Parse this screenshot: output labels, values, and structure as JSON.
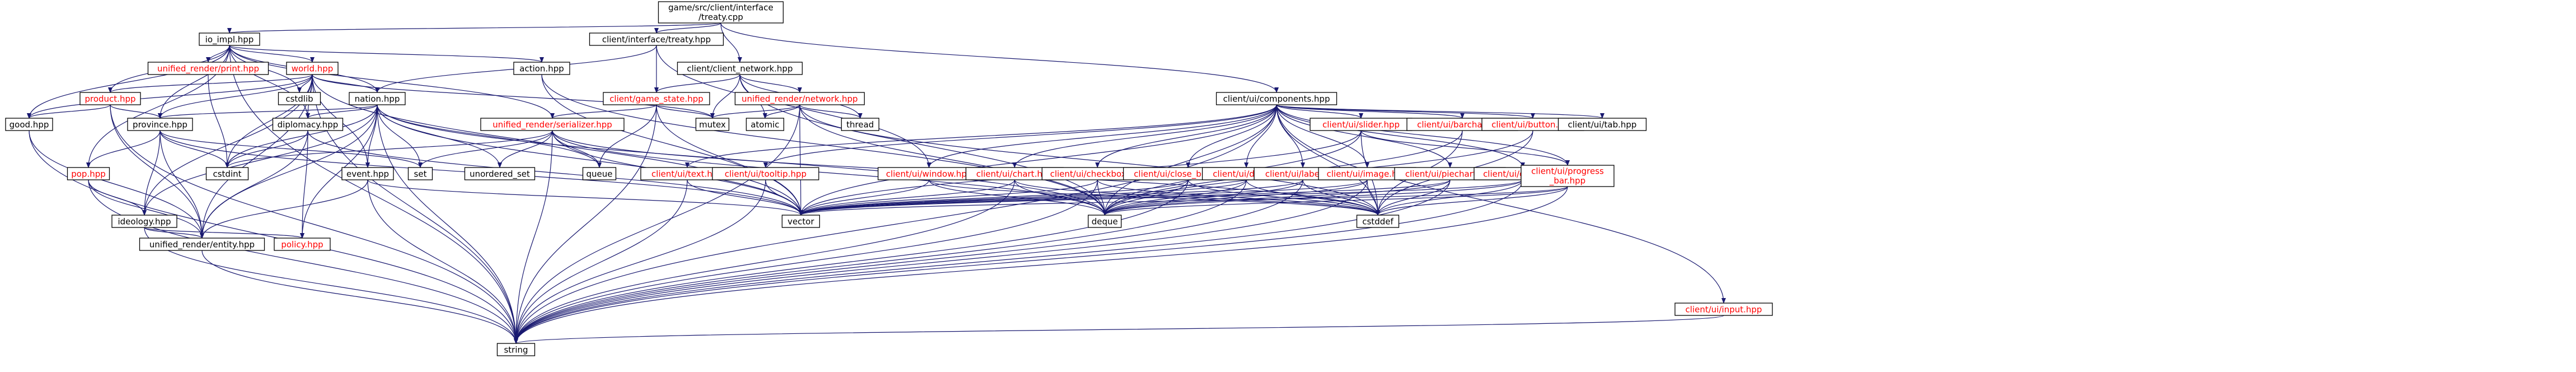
{
  "graph": {
    "colors": {
      "edge": "#191970",
      "root_fill": "#bfbfbf",
      "normal_text": "#000000",
      "linked_text": "#ff0000",
      "box_stroke": "#000000"
    },
    "nodes": [
      {
        "id": "root",
        "label": [
          "game/src/client/interface",
          "/treaty.cpp"
        ],
        "kind": "root"
      },
      {
        "id": "io_impl",
        "label": [
          "io_impl.hpp"
        ],
        "kind": "normal"
      },
      {
        "id": "treaty_hpp",
        "label": [
          "client/interface/treaty.hpp"
        ],
        "kind": "normal"
      },
      {
        "id": "client_network",
        "label": [
          "client/client_network.hpp"
        ],
        "kind": "normal"
      },
      {
        "id": "components",
        "label": [
          "client/ui/components.hpp"
        ],
        "kind": "normal"
      },
      {
        "id": "world",
        "label": [
          "world.hpp"
        ],
        "kind": "linked"
      },
      {
        "id": "ur_print",
        "label": [
          "unified_render/print.hpp"
        ],
        "kind": "linked"
      },
      {
        "id": "action",
        "label": [
          "action.hpp"
        ],
        "kind": "normal"
      },
      {
        "id": "game_state",
        "label": [
          "client/game_state.hpp"
        ],
        "kind": "linked"
      },
      {
        "id": "ur_network",
        "label": [
          "unified_render/network.hpp"
        ],
        "kind": "linked"
      },
      {
        "id": "product",
        "label": [
          "product.hpp"
        ],
        "kind": "linked"
      },
      {
        "id": "cstdlib",
        "label": [
          "cstdlib"
        ],
        "kind": "normal"
      },
      {
        "id": "nation",
        "label": [
          "nation.hpp"
        ],
        "kind": "normal"
      },
      {
        "id": "good",
        "label": [
          "good.hpp"
        ],
        "kind": "normal"
      },
      {
        "id": "province",
        "label": [
          "province.hpp"
        ],
        "kind": "normal"
      },
      {
        "id": "diplomacy",
        "label": [
          "diplomacy.hpp"
        ],
        "kind": "normal"
      },
      {
        "id": "ur_serializer",
        "label": [
          "unified_render/serializer.hpp"
        ],
        "kind": "linked"
      },
      {
        "id": "mutex",
        "label": [
          "mutex"
        ],
        "kind": "normal"
      },
      {
        "id": "atomic",
        "label": [
          "atomic"
        ],
        "kind": "normal"
      },
      {
        "id": "thread",
        "label": [
          "thread"
        ],
        "kind": "normal"
      },
      {
        "id": "queue",
        "label": [
          "queue"
        ],
        "kind": "normal"
      },
      {
        "id": "set",
        "label": [
          "set"
        ],
        "kind": "normal"
      },
      {
        "id": "unordered_set",
        "label": [
          "unordered_set"
        ],
        "kind": "normal"
      },
      {
        "id": "cstdint",
        "label": [
          "cstdint"
        ],
        "kind": "normal"
      },
      {
        "id": "event",
        "label": [
          "event.hpp"
        ],
        "kind": "normal"
      },
      {
        "id": "pop",
        "label": [
          "pop.hpp"
        ],
        "kind": "linked"
      },
      {
        "id": "ideology",
        "label": [
          "ideology.hpp"
        ],
        "kind": "normal"
      },
      {
        "id": "policy",
        "label": [
          "policy.hpp"
        ],
        "kind": "linked"
      },
      {
        "id": "ur_entity",
        "label": [
          "unified_render/entity.hpp"
        ],
        "kind": "normal"
      },
      {
        "id": "string",
        "label": [
          "string"
        ],
        "kind": "normal"
      },
      {
        "id": "vector",
        "label": [
          "vector"
        ],
        "kind": "normal"
      },
      {
        "id": "deque",
        "label": [
          "deque"
        ],
        "kind": "normal"
      },
      {
        "id": "cstddef",
        "label": [
          "cstddef"
        ],
        "kind": "normal"
      },
      {
        "id": "ui_text",
        "label": [
          "client/ui/text.hpp"
        ],
        "kind": "linked"
      },
      {
        "id": "ui_tooltip",
        "label": [
          "client/ui/tooltip.hpp"
        ],
        "kind": "linked"
      },
      {
        "id": "ui_window",
        "label": [
          "client/ui/window.hpp"
        ],
        "kind": "linked"
      },
      {
        "id": "ui_chart",
        "label": [
          "client/ui/chart.hpp"
        ],
        "kind": "linked"
      },
      {
        "id": "ui_checkbox",
        "label": [
          "client/ui/checkbox.hpp"
        ],
        "kind": "linked"
      },
      {
        "id": "ui_close_button",
        "label": [
          "client/ui/close_button.hpp"
        ],
        "kind": "linked"
      },
      {
        "id": "ui_div",
        "label": [
          "client/ui/div.hpp"
        ],
        "kind": "linked"
      },
      {
        "id": "ui_label",
        "label": [
          "client/ui/label.hpp"
        ],
        "kind": "linked"
      },
      {
        "id": "ui_image",
        "label": [
          "client/ui/image.hpp"
        ],
        "kind": "linked"
      },
      {
        "id": "ui_slider",
        "label": [
          "client/ui/slider.hpp"
        ],
        "kind": "linked"
      },
      {
        "id": "ui_piechart",
        "label": [
          "client/ui/piechart.hpp"
        ],
        "kind": "linked"
      },
      {
        "id": "ui_group",
        "label": [
          "client/ui/group.hpp"
        ],
        "kind": "linked"
      },
      {
        "id": "ui_barchart",
        "label": [
          "client/ui/barchart.hpp"
        ],
        "kind": "linked"
      },
      {
        "id": "ui_button",
        "label": [
          "client/ui/button.hpp"
        ],
        "kind": "linked"
      },
      {
        "id": "ui_tab",
        "label": [
          "client/ui/tab.hpp"
        ],
        "kind": "normal"
      },
      {
        "id": "ui_progress_bar",
        "label": [
          "client/ui/progress",
          "_bar.hpp"
        ],
        "kind": "linked"
      },
      {
        "id": "ui_input",
        "label": [
          "client/ui/input.hpp"
        ],
        "kind": "linked"
      }
    ],
    "edges": [
      [
        "root",
        "io_impl"
      ],
      [
        "root",
        "treaty_hpp"
      ],
      [
        "root",
        "client_network"
      ],
      [
        "root",
        "components"
      ],
      [
        "io_impl",
        "world"
      ],
      [
        "io_impl",
        "ur_print"
      ],
      [
        "io_impl",
        "action"
      ],
      [
        "io_impl",
        "product"
      ],
      [
        "io_impl",
        "cstdlib"
      ],
      [
        "io_impl",
        "nation"
      ],
      [
        "io_impl",
        "good"
      ],
      [
        "io_impl",
        "province"
      ],
      [
        "io_impl",
        "diplomacy"
      ],
      [
        "io_impl",
        "ur_serializer"
      ],
      [
        "io_impl",
        "pop"
      ],
      [
        "io_impl",
        "string"
      ],
      [
        "treaty_hpp",
        "nation"
      ],
      [
        "treaty_hpp",
        "game_state"
      ],
      [
        "treaty_hpp",
        "ui_window"
      ],
      [
        "client_network",
        "game_state"
      ],
      [
        "client_network",
        "ur_network"
      ],
      [
        "client_network",
        "mutex"
      ],
      [
        "client_network",
        "atomic"
      ],
      [
        "client_network",
        "thread"
      ],
      [
        "client_network",
        "deque"
      ],
      [
        "world",
        "nation"
      ],
      [
        "world",
        "product"
      ],
      [
        "world",
        "good"
      ],
      [
        "world",
        "province"
      ],
      [
        "world",
        "diplomacy"
      ],
      [
        "world",
        "event"
      ],
      [
        "world",
        "ideology"
      ],
      [
        "world",
        "cstdlib"
      ],
      [
        "world",
        "ur_entity"
      ],
      [
        "world",
        "cstdint"
      ],
      [
        "world",
        "string"
      ],
      [
        "world",
        "vector"
      ],
      [
        "world",
        "mutex"
      ],
      [
        "ur_print",
        "cstdint"
      ],
      [
        "action",
        "vector"
      ],
      [
        "action",
        "deque"
      ],
      [
        "game_state",
        "ur_serializer"
      ],
      [
        "game_state",
        "mutex"
      ],
      [
        "game_state",
        "queue"
      ],
      [
        "game_state",
        "vector"
      ],
      [
        "game_state",
        "string"
      ],
      [
        "ur_network",
        "atomic"
      ],
      [
        "ur_network",
        "mutex"
      ],
      [
        "ur_network",
        "thread"
      ],
      [
        "ur_network",
        "vector"
      ],
      [
        "ur_network",
        "deque"
      ],
      [
        "ur_network",
        "cstddef"
      ],
      [
        "ur_network",
        "string"
      ],
      [
        "product",
        "good"
      ],
      [
        "product",
        "province"
      ],
      [
        "product",
        "string"
      ],
      [
        "product",
        "ur_entity"
      ],
      [
        "nation",
        "province"
      ],
      [
        "nation",
        "diplomacy"
      ],
      [
        "nation",
        "ideology"
      ],
      [
        "nation",
        "policy"
      ],
      [
        "nation",
        "event"
      ],
      [
        "nation",
        "set"
      ],
      [
        "nation",
        "unordered_set"
      ],
      [
        "nation",
        "queue"
      ],
      [
        "nation",
        "cstdint"
      ],
      [
        "nation",
        "vector"
      ],
      [
        "nation",
        "deque"
      ],
      [
        "nation",
        "string"
      ],
      [
        "nation",
        "ur_entity"
      ],
      [
        "good",
        "ur_entity"
      ],
      [
        "good",
        "string"
      ],
      [
        "province",
        "pop"
      ],
      [
        "province",
        "ideology"
      ],
      [
        "province",
        "cstdint"
      ],
      [
        "province",
        "set"
      ],
      [
        "province",
        "vector"
      ],
      [
        "province",
        "ur_entity"
      ],
      [
        "diplomacy",
        "cstdint"
      ],
      [
        "diplomacy",
        "policy"
      ],
      [
        "diplomacy",
        "ur_entity"
      ],
      [
        "diplomacy",
        "vector"
      ],
      [
        "ur_serializer",
        "cstdint"
      ],
      [
        "ur_serializer",
        "set"
      ],
      [
        "ur_serializer",
        "unordered_set"
      ],
      [
        "ur_serializer",
        "queue"
      ],
      [
        "ur_serializer",
        "vector"
      ],
      [
        "ur_serializer",
        "deque"
      ],
      [
        "ur_serializer",
        "string"
      ],
      [
        "ur_serializer",
        "cstddef"
      ],
      [
        "event",
        "ur_entity"
      ],
      [
        "event",
        "vector"
      ],
      [
        "event",
        "string"
      ],
      [
        "pop",
        "ideology"
      ],
      [
        "pop",
        "string"
      ],
      [
        "pop",
        "ur_entity"
      ],
      [
        "ideology",
        "policy"
      ],
      [
        "ideology",
        "ur_entity"
      ],
      [
        "ideology",
        "string"
      ],
      [
        "ur_entity",
        "string"
      ],
      [
        "components",
        "ui_text"
      ],
      [
        "components",
        "ui_tooltip"
      ],
      [
        "components",
        "ui_window"
      ],
      [
        "components",
        "ui_chart"
      ],
      [
        "components",
        "ui_checkbox"
      ],
      [
        "components",
        "ui_close_button"
      ],
      [
        "components",
        "ui_div"
      ],
      [
        "components",
        "ui_label"
      ],
      [
        "components",
        "ui_image"
      ],
      [
        "components",
        "ui_slider"
      ],
      [
        "components",
        "ui_piechart"
      ],
      [
        "components",
        "ui_group"
      ],
      [
        "components",
        "ui_barchart"
      ],
      [
        "components",
        "ui_button"
      ],
      [
        "components",
        "ui_tab"
      ],
      [
        "components",
        "ui_progress_bar"
      ],
      [
        "components",
        "ui_input"
      ],
      [
        "components",
        "vector"
      ],
      [
        "components",
        "deque"
      ],
      [
        "components",
        "string"
      ],
      [
        "components",
        "cstddef"
      ],
      [
        "ui_text",
        "vector"
      ],
      [
        "ui_text",
        "string"
      ],
      [
        "ui_tooltip",
        "vector"
      ],
      [
        "ui_tooltip",
        "string"
      ],
      [
        "ui_window",
        "vector"
      ],
      [
        "ui_window",
        "deque"
      ],
      [
        "ui_window",
        "cstddef"
      ],
      [
        "ui_chart",
        "vector"
      ],
      [
        "ui_chart",
        "deque"
      ],
      [
        "ui_chart",
        "string"
      ],
      [
        "ui_chart",
        "cstddef"
      ],
      [
        "ui_checkbox",
        "vector"
      ],
      [
        "ui_checkbox",
        "deque"
      ],
      [
        "ui_checkbox",
        "string"
      ],
      [
        "ui_checkbox",
        "cstddef"
      ],
      [
        "ui_close_button",
        "vector"
      ],
      [
        "ui_close_button",
        "deque"
      ],
      [
        "ui_close_button",
        "string"
      ],
      [
        "ui_close_button",
        "cstddef"
      ],
      [
        "ui_div",
        "vector"
      ],
      [
        "ui_div",
        "deque"
      ],
      [
        "ui_div",
        "string"
      ],
      [
        "ui_div",
        "cstddef"
      ],
      [
        "ui_label",
        "vector"
      ],
      [
        "ui_label",
        "deque"
      ],
      [
        "ui_label",
        "string"
      ],
      [
        "ui_label",
        "cstddef"
      ],
      [
        "ui_image",
        "vector"
      ],
      [
        "ui_image",
        "deque"
      ],
      [
        "ui_image",
        "string"
      ],
      [
        "ui_image",
        "cstddef"
      ],
      [
        "ui_slider",
        "vector"
      ],
      [
        "ui_slider",
        "deque"
      ],
      [
        "ui_slider",
        "ui_progress_bar"
      ],
      [
        "ui_slider",
        "cstddef"
      ],
      [
        "ui_piechart",
        "vector"
      ],
      [
        "ui_piechart",
        "deque"
      ],
      [
        "ui_piechart",
        "string"
      ],
      [
        "ui_piechart",
        "cstddef"
      ],
      [
        "ui_group",
        "vector"
      ],
      [
        "ui_group",
        "deque"
      ],
      [
        "ui_group",
        "string"
      ],
      [
        "ui_group",
        "cstddef"
      ],
      [
        "ui_barchart",
        "deque"
      ],
      [
        "ui_barchart",
        "cstddef"
      ],
      [
        "ui_button",
        "deque"
      ],
      [
        "ui_button",
        "cstddef"
      ],
      [
        "ui_progress_bar",
        "vector"
      ],
      [
        "ui_progress_bar",
        "deque"
      ],
      [
        "ui_progress_bar",
        "string"
      ],
      [
        "ui_progress_bar",
        "cstddef"
      ],
      [
        "ui_input",
        "string"
      ]
    ]
  }
}
